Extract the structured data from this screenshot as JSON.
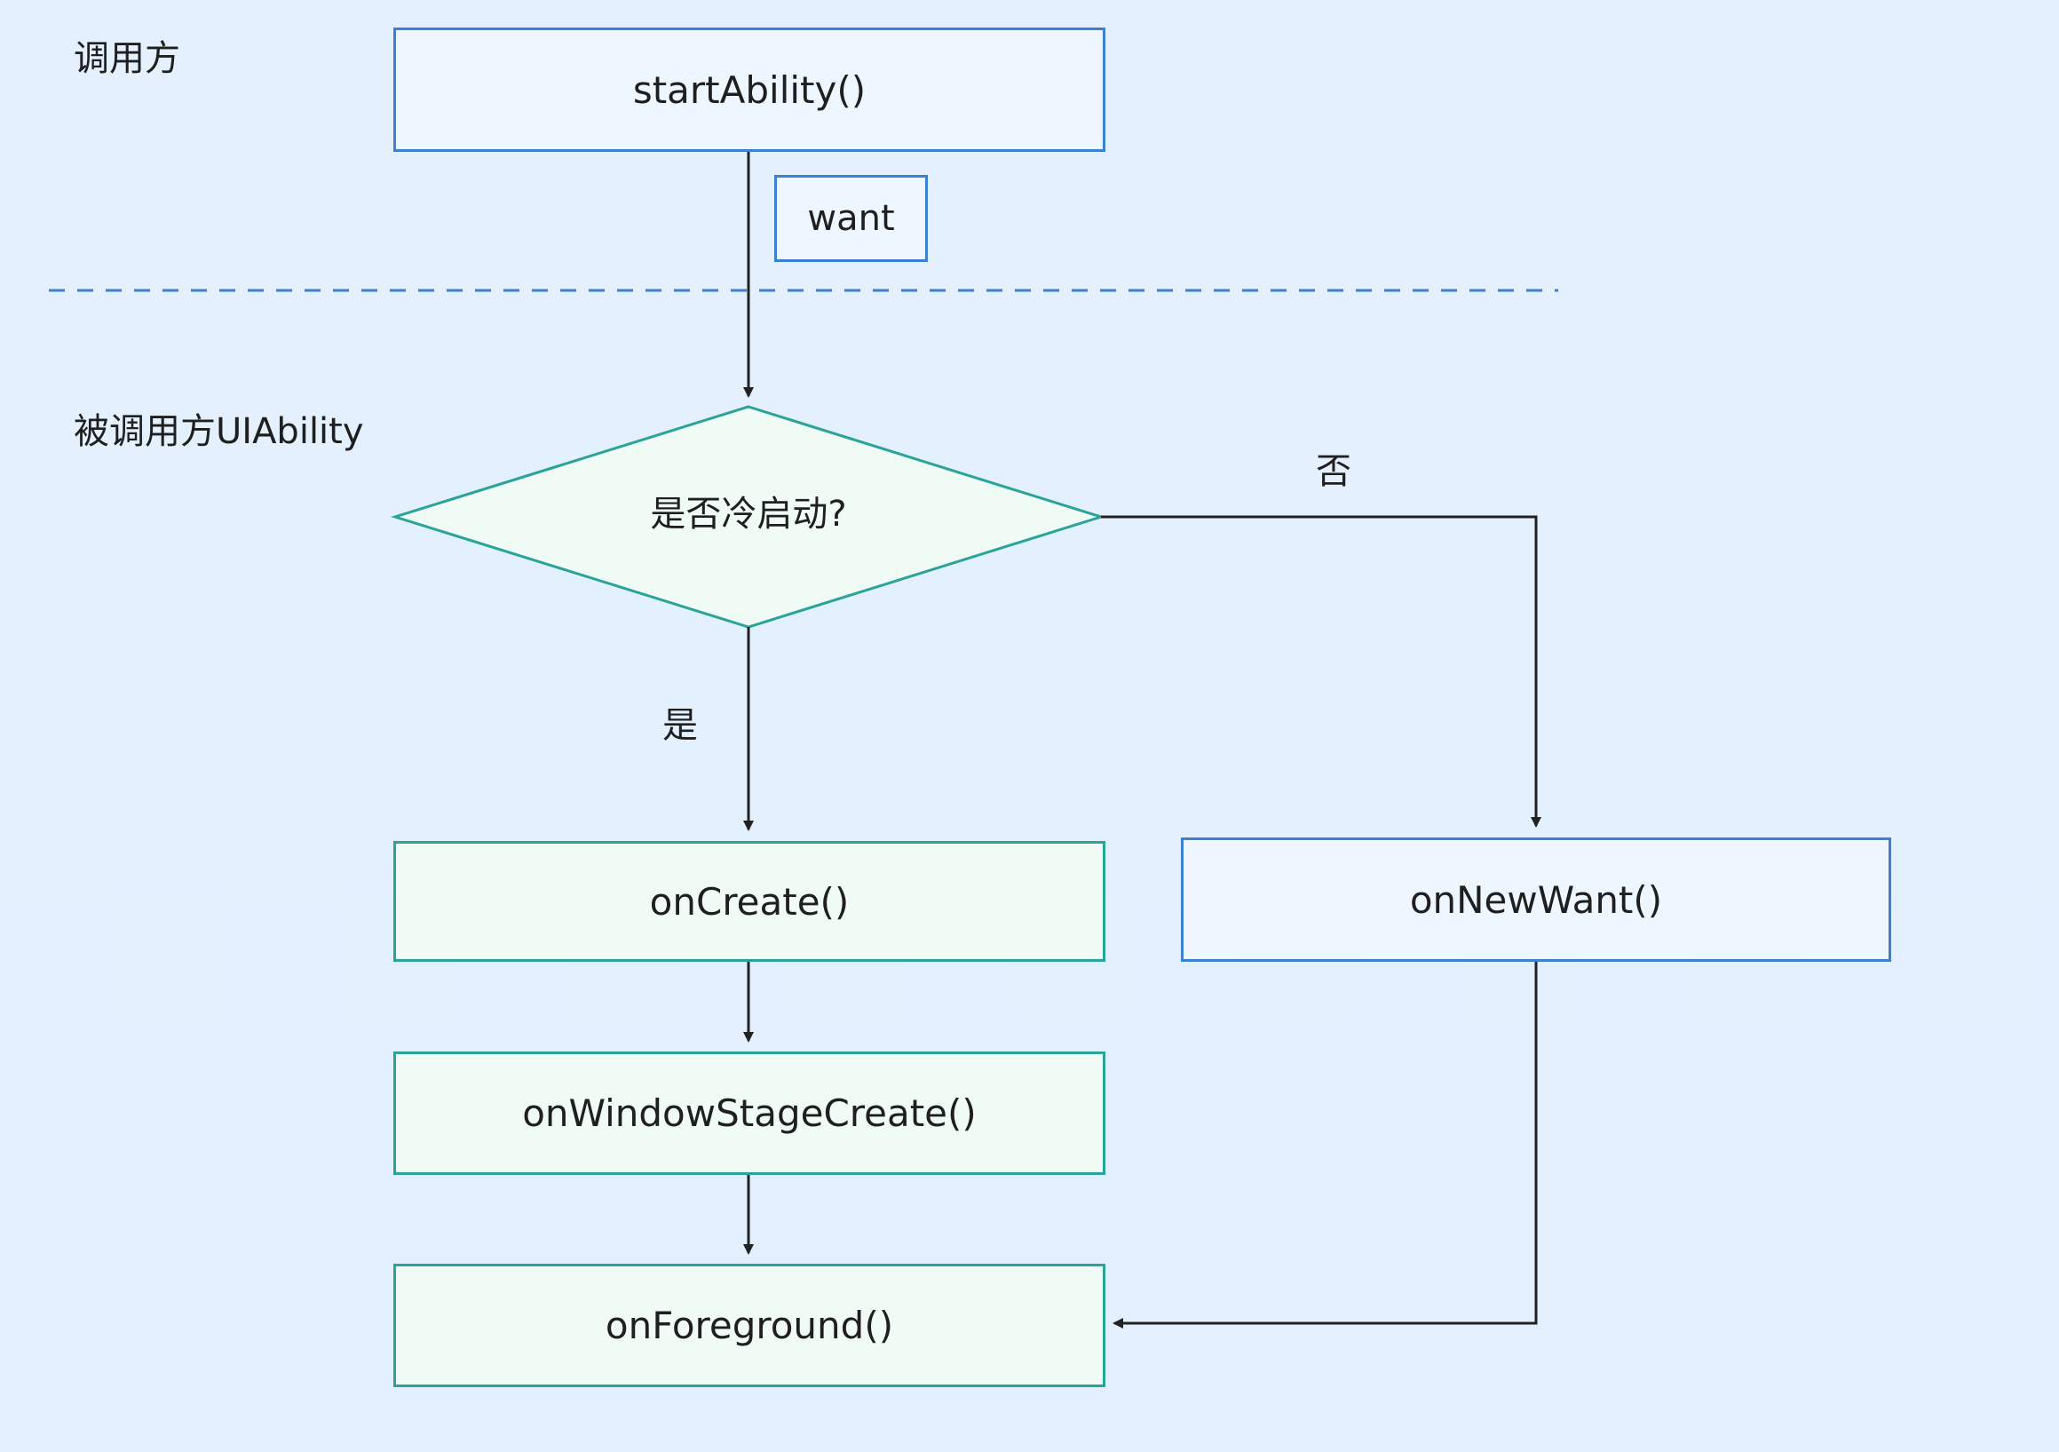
{
  "lanes": {
    "caller": "调用方",
    "callee": "被调用方UIAbility"
  },
  "nodes": {
    "start_ability": "startAbility()",
    "want": "want",
    "decision": "是否冷启动?",
    "on_create": "onCreate()",
    "on_window_stage_create": "onWindowStageCreate()",
    "on_foreground": "onForeground()",
    "on_new_want": "onNewWant()"
  },
  "edges": {
    "yes": "是",
    "no": "否"
  },
  "colors": {
    "background": "#e3f0ff",
    "blue_border": "#3d7fd1",
    "green_border": "#2aa39a",
    "divider": "#3d7fd1",
    "arrow": "#222222"
  }
}
